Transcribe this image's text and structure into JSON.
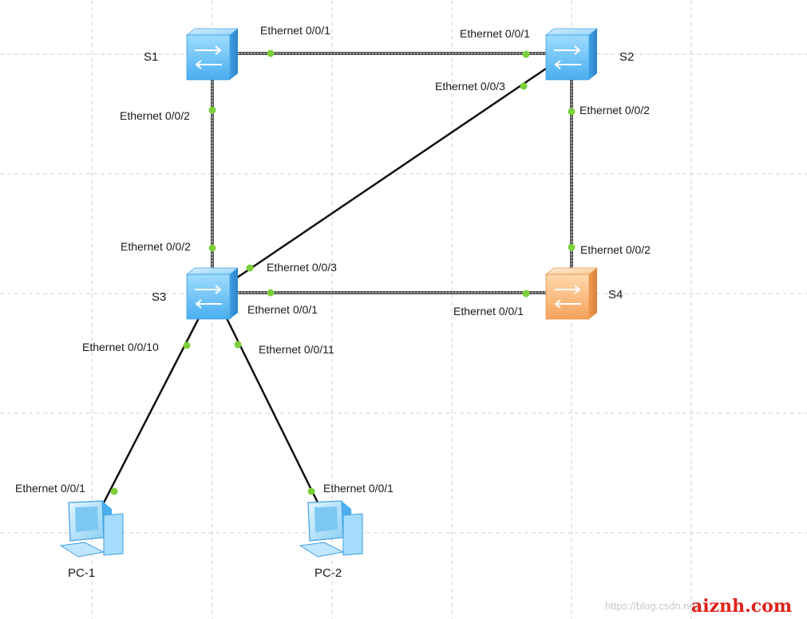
{
  "devices": {
    "s1": {
      "label": "S1",
      "kind": "switch"
    },
    "s2": {
      "label": "S2",
      "kind": "switch"
    },
    "s3": {
      "label": "S3",
      "kind": "switch"
    },
    "s4": {
      "label": "S4",
      "kind": "switch-alt"
    },
    "pc1": {
      "label": "PC-1",
      "kind": "pc"
    },
    "pc2": {
      "label": "PC-2",
      "kind": "pc"
    }
  },
  "links": [
    {
      "from": "S1",
      "from_port": "Ethernet 0/0/1",
      "to": "S2",
      "to_port": "Ethernet 0/0/1",
      "style": "trunk"
    },
    {
      "from": "S1",
      "from_port": "Ethernet 0/0/2",
      "to": "S3",
      "to_port": "Ethernet 0/0/2",
      "style": "trunk"
    },
    {
      "from": "S2",
      "from_port": "Ethernet 0/0/3",
      "to": "S3",
      "to_port": "Ethernet 0/0/3",
      "style": "solid"
    },
    {
      "from": "S2",
      "from_port": "Ethernet 0/0/2",
      "to": "S4",
      "to_port": "Ethernet 0/0/2",
      "style": "trunk"
    },
    {
      "from": "S3",
      "from_port": "Ethernet 0/0/1",
      "to": "S4",
      "to_port": "Ethernet 0/0/1",
      "style": "trunk"
    },
    {
      "from": "S3",
      "from_port": "Ethernet 0/0/10",
      "to": "PC-1",
      "to_port": "Ethernet 0/0/1",
      "style": "solid"
    },
    {
      "from": "S3",
      "from_port": "Ethernet 0/0/11",
      "to": "PC-2",
      "to_port": "Ethernet 0/0/1",
      "style": "solid"
    }
  ],
  "watermark": {
    "blog_text": "https://blog.csdn.net/...",
    "site_text": "aiznh.com"
  },
  "colors": {
    "switch": "#5bbcf5",
    "switch_alt": "#f5b070",
    "port_dot": "#7ccf3a",
    "grid": "#cfcfcf",
    "watermark_red": "#e0201a"
  }
}
